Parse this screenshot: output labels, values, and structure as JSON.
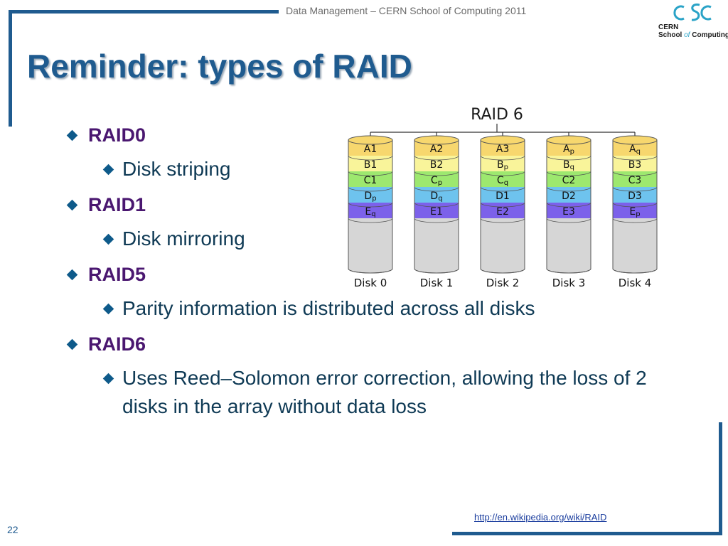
{
  "header": {
    "event": "Data Management – CERN School of Computing 2011",
    "logo": {
      "line1": "CERN",
      "line2a": "School",
      "line2b": "of",
      "line2c": "Computing"
    }
  },
  "slide": {
    "title": "Reminder: types of RAID",
    "bullets": [
      {
        "label": "RAID0",
        "sub": "Disk striping"
      },
      {
        "label": "RAID1",
        "sub": "Disk mirroring"
      },
      {
        "label": "RAID5",
        "sub": "Parity information is distributed across all disks"
      },
      {
        "label": "RAID6",
        "sub": "Uses Reed–Solomon error correction, allowing the loss of 2 disks in the array without data loss"
      }
    ]
  },
  "diagram": {
    "title": "RAID 6",
    "colors": {
      "A": "#f7d76e",
      "B": "#f9f49a",
      "C": "#9de86f",
      "D": "#6ec3ee",
      "E": "#7c61ea",
      "empty": "#d6d6d6"
    },
    "disks": [
      {
        "label": "Disk 0",
        "blocks": [
          [
            "A",
            "A1",
            ""
          ],
          [
            "B",
            "B1",
            ""
          ],
          [
            "C",
            "C1",
            ""
          ],
          [
            "D",
            "D",
            "p"
          ],
          [
            "E",
            "E",
            "q"
          ]
        ]
      },
      {
        "label": "Disk 1",
        "blocks": [
          [
            "A",
            "A2",
            ""
          ],
          [
            "B",
            "B2",
            ""
          ],
          [
            "C",
            "C",
            "p"
          ],
          [
            "D",
            "D",
            "q"
          ],
          [
            "E",
            "E1",
            ""
          ]
        ]
      },
      {
        "label": "Disk 2",
        "blocks": [
          [
            "A",
            "A3",
            ""
          ],
          [
            "B",
            "B",
            "p"
          ],
          [
            "C",
            "C",
            "q"
          ],
          [
            "D",
            "D1",
            ""
          ],
          [
            "E",
            "E2",
            ""
          ]
        ]
      },
      {
        "label": "Disk 3",
        "blocks": [
          [
            "A",
            "A",
            "p"
          ],
          [
            "B",
            "B",
            "q"
          ],
          [
            "C",
            "C2",
            ""
          ],
          [
            "D",
            "D2",
            ""
          ],
          [
            "E",
            "E3",
            ""
          ]
        ]
      },
      {
        "label": "Disk 4",
        "blocks": [
          [
            "A",
            "A",
            "q"
          ],
          [
            "B",
            "B3",
            ""
          ],
          [
            "C",
            "C3",
            ""
          ],
          [
            "D",
            "D3",
            ""
          ],
          [
            "E",
            "E",
            "p"
          ]
        ]
      }
    ]
  },
  "footer": {
    "link": "http://en.wikipedia.org/wiki/RAID",
    "page": "22"
  }
}
